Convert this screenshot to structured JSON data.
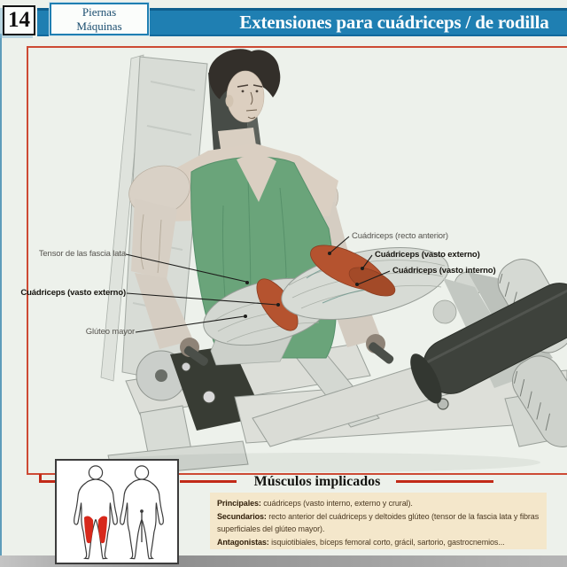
{
  "header": {
    "page_number": "14",
    "category": {
      "line1": "Piernas",
      "line2": "Máquinas"
    },
    "title": "Extensiones para cuádriceps / de rodilla"
  },
  "illustration": {
    "labels_left": [
      {
        "text": "Tensor de las fascia lata"
      },
      {
        "text": "Cuádriceps (vasto externo)"
      },
      {
        "text": "Glúteo mayor"
      }
    ],
    "labels_right": [
      {
        "text": "Cuádriceps (recto anterior)"
      },
      {
        "text": "Cuádriceps (vasto externo)"
      },
      {
        "text": "Cuádriceps (vasto interno)"
      }
    ]
  },
  "muscles_section": {
    "heading": "Músculos implicados",
    "items": [
      {
        "label": "Principales:",
        "text": " cuádriceps (vasto interno, externo y crural)."
      },
      {
        "label": "Secundarios:",
        "text": " recto anterior del cuádriceps y deltoides glúteo (tensor de la fascia lata y fibras superficiales del glúteo mayor)."
      },
      {
        "label": "Antagonistas:",
        "text": " isquiotibiales, bíceps femoral corto, grácil, sartorio, gastrocnemios..."
      }
    ]
  },
  "colors": {
    "accent_blue": "#1f7fb2",
    "accent_red": "#c83a22",
    "muscle_red": "#b5532f",
    "shirt_green": "#68a377",
    "info_box_beige": "#f4e7cb"
  }
}
